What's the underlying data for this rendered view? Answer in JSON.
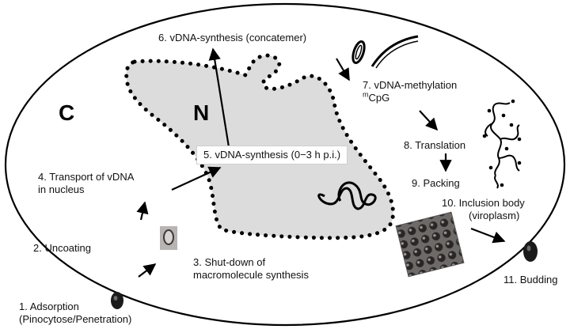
{
  "regions": {
    "cytoplasm_letter": "C",
    "nucleus_letter": "N"
  },
  "steps": {
    "s1_line1": "1. Adsorption",
    "s1_line2": "(Pinocytose/Penetration)",
    "s2": "2. Uncoating",
    "s3_line1": "3. Shut-down of",
    "s3_line2": "macromolecule synthesis",
    "s4_line1": "4. Transport of vDNA",
    "s4_line2": "in nucleus",
    "s5": "5. vDNA-synthesis (0−3 h p.i.)",
    "s6": "6. vDNA-synthesis (concatemer)",
    "s7_line1": "7. vDNA-methylation",
    "s7_sup": "m",
    "s7_line2": "CpG",
    "s8": "8. Translation",
    "s9": "9. Packing",
    "s10_line1": "10. Inclusion body",
    "s10_line2": "(viroplasm)",
    "s11": "11. Budding"
  },
  "colors": {
    "nucleus_fill": "#dcdcdc",
    "outline": "#000000"
  }
}
